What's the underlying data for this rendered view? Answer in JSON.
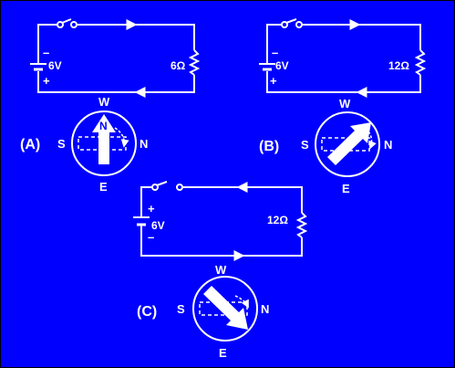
{
  "colors": {
    "background": "#0000ff",
    "foreground": "#ffffff",
    "border": "#000000"
  },
  "circuits": [
    {
      "id": "A",
      "label": "(A)",
      "battery": "6V",
      "resistor": "6Ω",
      "polarity_top": "–",
      "polarity_bottom": "+",
      "compass": {
        "top": "W",
        "left": "S",
        "right": "N",
        "bottom": "E",
        "needle": "N"
      }
    },
    {
      "id": "B",
      "label": "(B)",
      "battery": "6V",
      "resistor": "12Ω",
      "polarity_top": "–",
      "polarity_bottom": "+",
      "compass": {
        "top": "W",
        "left": "S",
        "right": "N",
        "bottom": "E"
      }
    },
    {
      "id": "C",
      "label": "(C)",
      "battery": "6V",
      "resistor": "12Ω",
      "polarity_top": "+",
      "polarity_bottom": "–",
      "compass": {
        "top": "W",
        "left": "S",
        "right": "N",
        "bottom": "E"
      }
    }
  ]
}
